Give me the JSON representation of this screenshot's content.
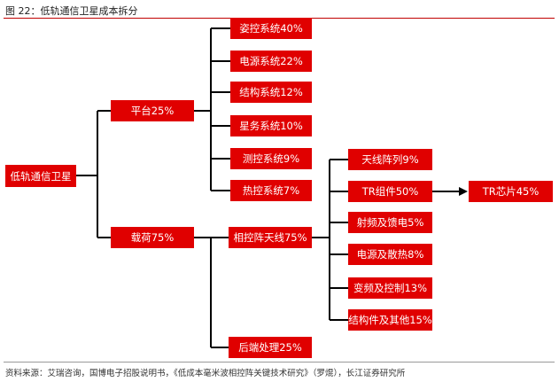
{
  "title": "图 22：低轨通信卫星成本拆分",
  "source": "资料来源：艾瑞咨询，国博电子招股说明书，《低成本毫米波相控阵关键技术研究》（罗焜），长江证券研究所",
  "nodes": {
    "root": "低轨通信卫星",
    "platform": "平台25%",
    "payload": "载荷75%",
    "attitude": "姿控系统40%",
    "power": "电源系统22%",
    "structure": "结构系统12%",
    "housekeeping": "星务系统10%",
    "ttc": "测控系统9%",
    "thermal": "热控系统7%",
    "phased_array": "相控阵天线75%",
    "backend": "后端处理25%",
    "antenna_array": "天线阵列9%",
    "tr_module": "TR组件50%",
    "tr_chip": "TR芯片45%",
    "rf_feed": "射频及馈电5%",
    "power_cooling": "电源及散热8%",
    "converter_control": "变频及控制13%",
    "struct_other": "结构件及其他15%"
  },
  "colors": {
    "node_fill": "#e00000",
    "node_text": "#ffffff",
    "line": "#000000"
  }
}
